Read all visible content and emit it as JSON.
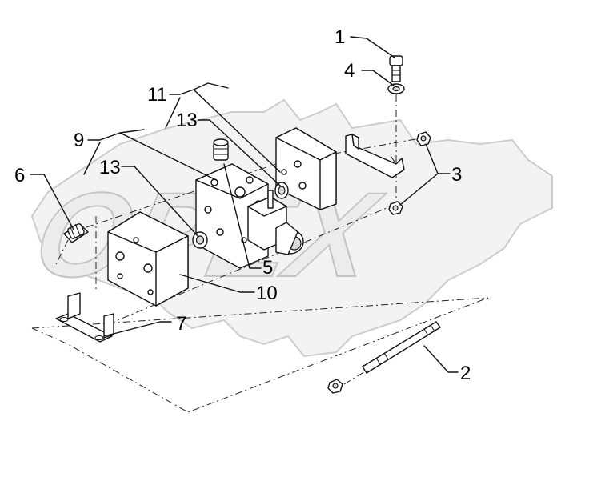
{
  "watermark": {
    "text": "OPEX",
    "fill": "#eeeeee",
    "stroke": "#c4c4c4"
  },
  "callouts": [
    {
      "id": "1",
      "text": "1"
    },
    {
      "id": "4",
      "text": "4"
    },
    {
      "id": "11",
      "text": "11"
    },
    {
      "id": "13a",
      "text": "13"
    },
    {
      "id": "9",
      "text": "9"
    },
    {
      "id": "3",
      "text": "3"
    },
    {
      "id": "6",
      "text": "6"
    },
    {
      "id": "13b",
      "text": "13"
    },
    {
      "id": "5",
      "text": "5"
    },
    {
      "id": "10",
      "text": "10"
    },
    {
      "id": "7",
      "text": "7"
    },
    {
      "id": "2",
      "text": "2"
    }
  ]
}
